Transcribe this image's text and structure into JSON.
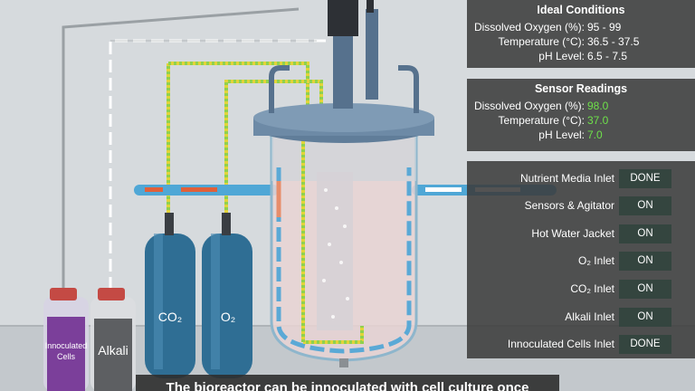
{
  "ideal_conditions": {
    "title": "Ideal Conditions",
    "rows": [
      {
        "label": "Dissolved Oxygen (%):",
        "value": "95 - 99"
      },
      {
        "label": "Temperature (°C):",
        "value": "36.5 - 37.5"
      },
      {
        "label": "pH Level:",
        "value": "6.5 - 7.5"
      }
    ]
  },
  "sensor_readings": {
    "title": "Sensor Readings",
    "rows": [
      {
        "label": "Dissolved Oxygen (%):",
        "value": "98.0"
      },
      {
        "label": "Temperature (°C):",
        "value": "37.0"
      },
      {
        "label": "pH Level:",
        "value": "7.0"
      }
    ]
  },
  "controls": [
    {
      "label": "Nutrient Media Inlet",
      "button": "DONE"
    },
    {
      "label": "Sensors & Agitator",
      "button": "ON"
    },
    {
      "label": "Hot Water Jacket",
      "button": "ON"
    },
    {
      "label": "O₂ Inlet",
      "button": "ON"
    },
    {
      "label": "CO₂ Inlet",
      "button": "ON"
    },
    {
      "label": "Alkali Inlet",
      "button": "ON"
    },
    {
      "label": "Innoculated Cells Inlet",
      "button": "DONE"
    }
  ],
  "scene": {
    "tank_co2_label": "CO₂",
    "tank_o2_label": "O₂",
    "bottle_cells_label": [
      "Innoculated",
      "Cells"
    ],
    "bottle_alkali_label": "Alkali"
  },
  "caption": "The bioreactor can be innoculated with cell culture once"
}
